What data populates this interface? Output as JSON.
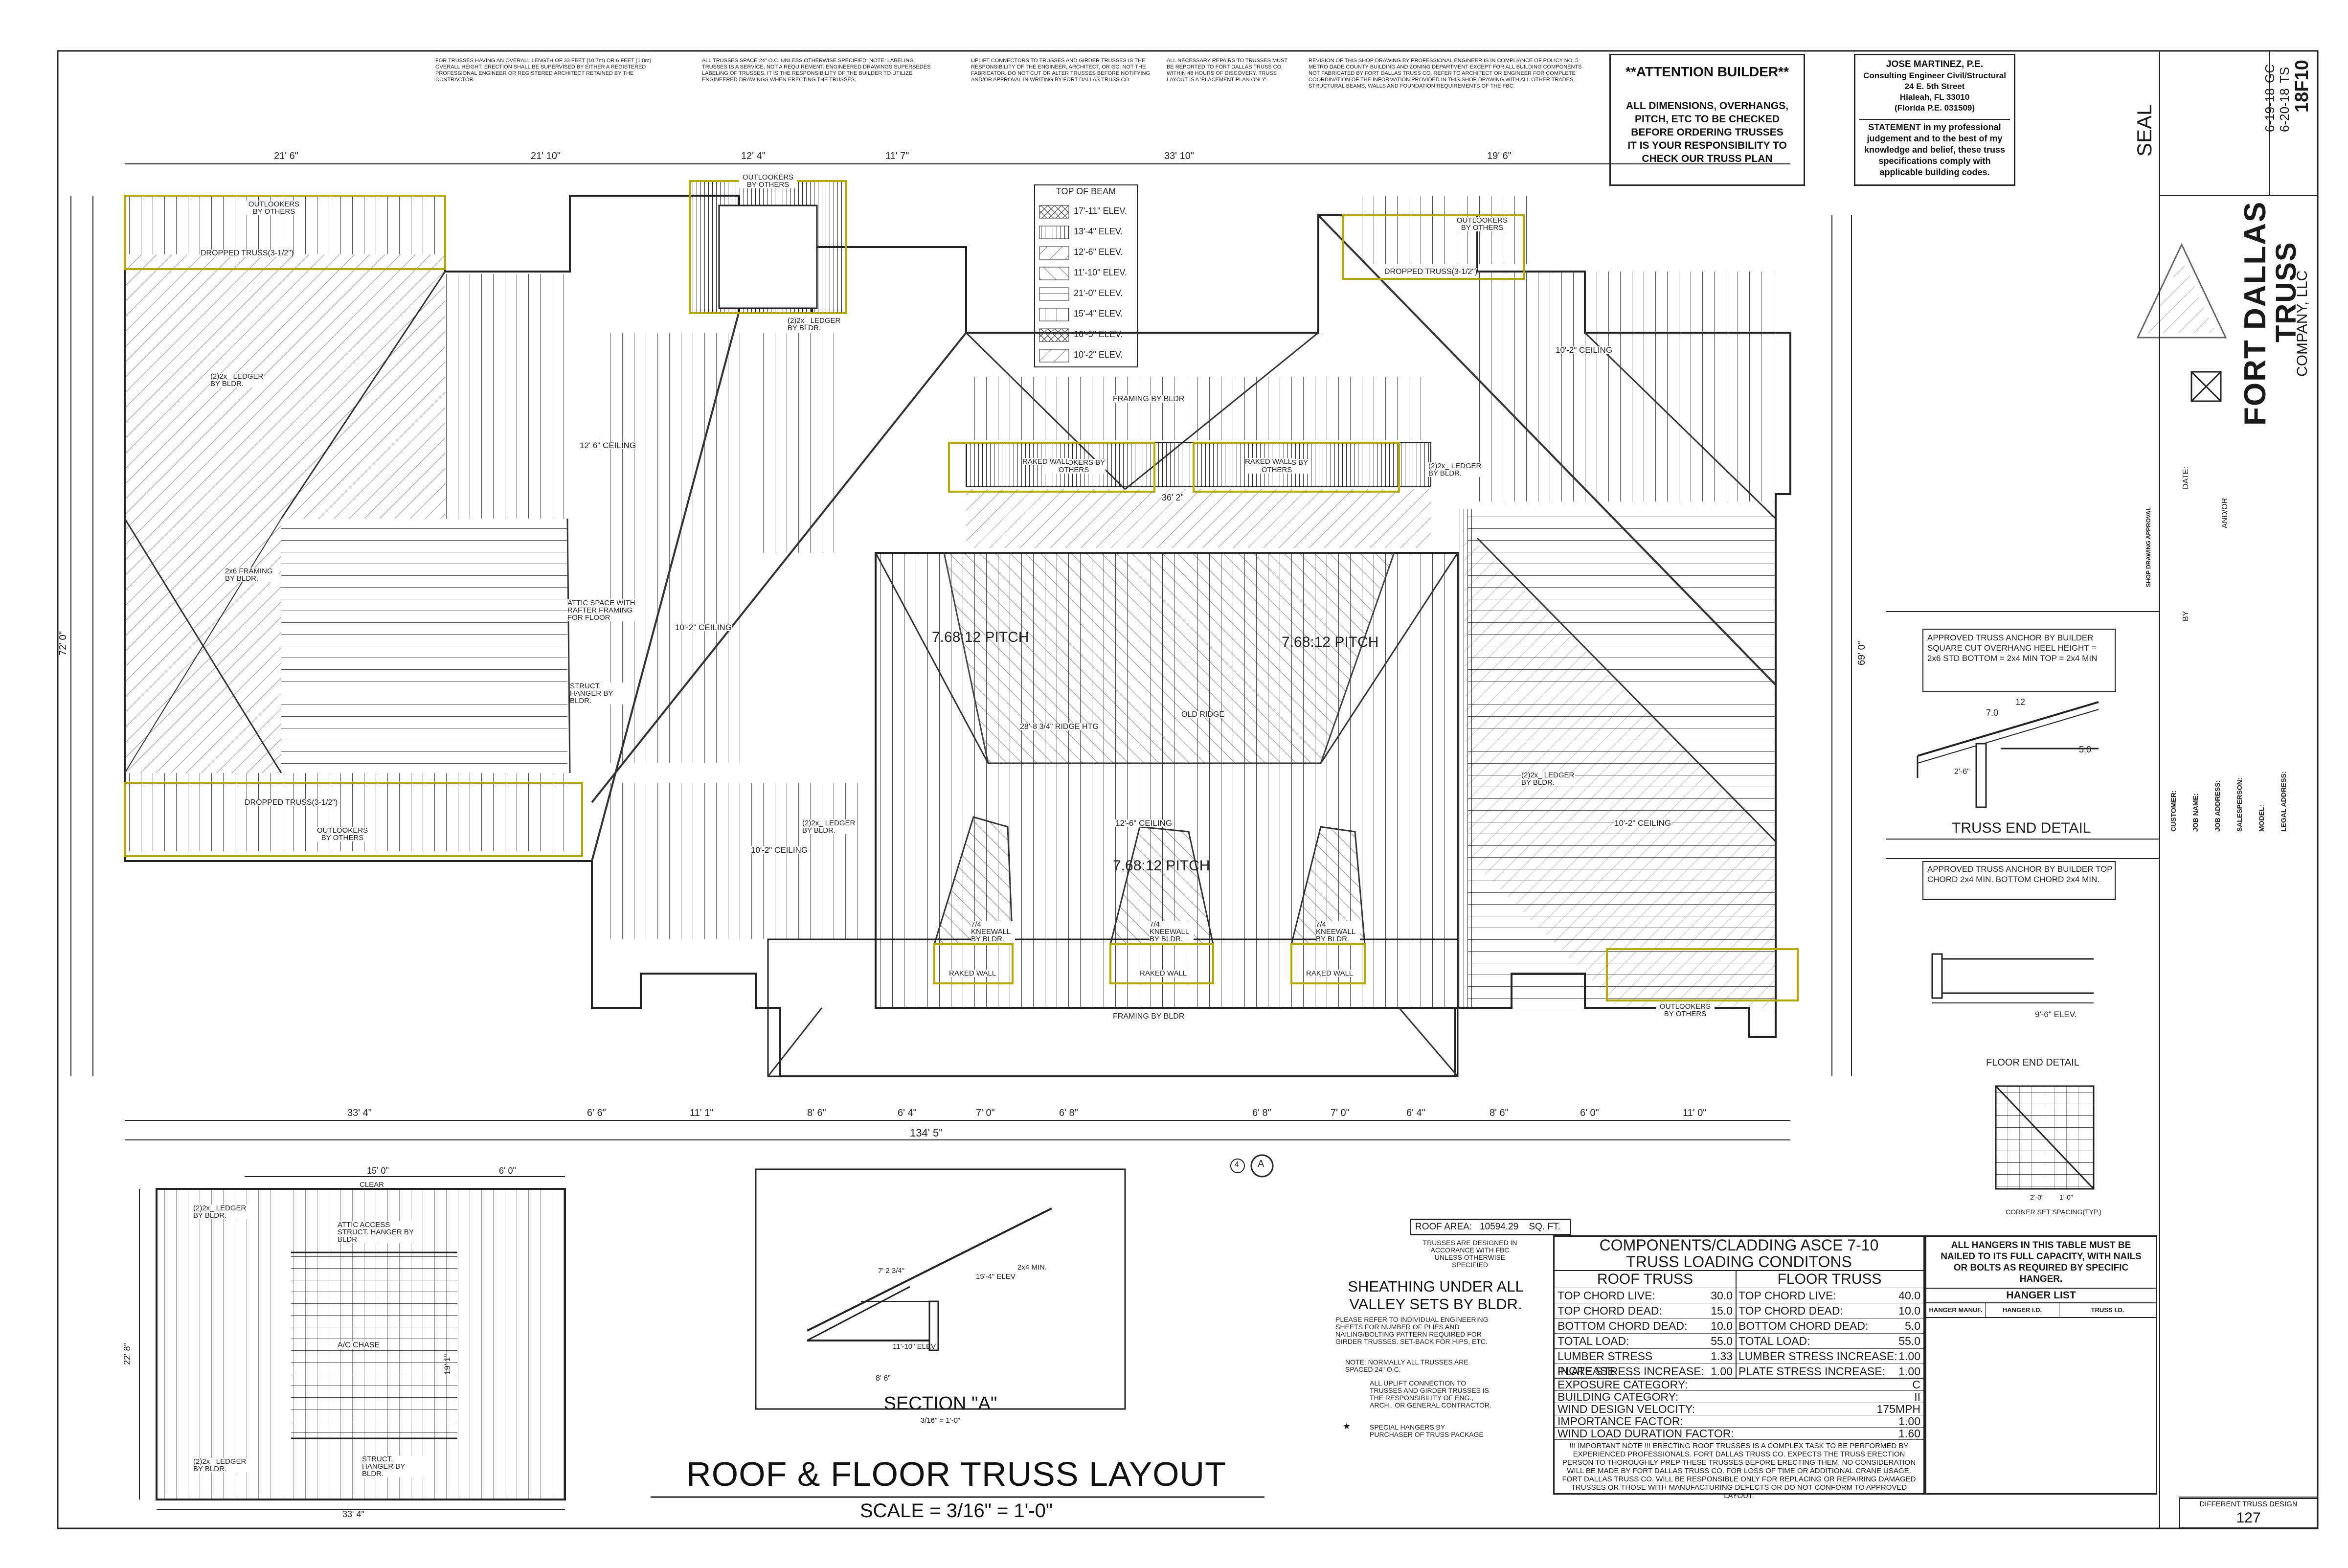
{
  "header_notes": {
    "note1": "FOR TRUSSES HAVING AN OVERALL LENGTH OF 33 FEET (10.7m) OR 6 FEET (1.8m) OVERALL HEIGHT, ERECTION SHALL BE SUPERVISED BY EITHER A REGISTERED PROFESSIONAL ENGINEER OR REGISTERED ARCHITECT RETAINED BY THE CONTRACTOR.",
    "note2": "ALL TRUSSES SPACE 24\" O.C. UNLESS OTHERWISE SPECIFIED. NOTE: LABELING TRUSSES IS A SERVICE, NOT A REQUIREMENT. ENGINEERED DRAWINGS SUPERSEDES LABELING OF TRUSSES. IT IS THE RESPONSIBILITY OF THE BUILDER TO UTILIZE ENGINEERED DRAWINGS WHEN ERECTING THE TRUSSES.",
    "note3": "UPLIFT CONNECTORS TO TRUSSES AND GIRDER TRUSSES IS THE RESPONSIBILITY OF THE ENGINEER, ARCHITECT, OR GC. NOT THE FABRICATOR. DO NOT CUT OR ALTER TRUSSES BEFORE NOTIFYING AND/OR APPROVAL IN WRITING BY FORT DALLAS TRUSS CO.",
    "note4": "ALL NECESSARY REPAIRS TO TRUSSES MUST BE REPORTED TO FORT DALLAS TRUSS CO. WITHIN 48 HOURS OF DISCOVERY. TRUSS LAYOUT IS A 'PLACEMENT PLAN ONLY'.",
    "note5": "REVISION OF THIS SHOP DRAWING BY PROFESSIONAL ENGINEER IS IN COMPLIANCE OF POLICY NO. 5 METRO DADE COUNTY BUILDING AND ZONING DEPARTMENT EXCEPT FOR ALL BUILDING COMPONENTS NOT FABRICATED BY FORT DALLAS TRUSS CO. REFER TO ARCHITECT OR ENGINEER FOR COMPLETE COORDINATION OF THE INFORMATION PROVIDED IN THIS SHOP DRAWING WITH ALL OTHER TRADES, STRUCTURAL BEAMS, WALLS AND FOUNDATION REQUIREMENTS OF THE FBC."
  },
  "attention": {
    "title": "**ATTENTION BUILDER**",
    "body": "ALL DIMENSIONS, OVERHANGS, PITCH, ETC TO BE CHECKED BEFORE ORDERING TRUSSES IT IS YOUR RESPONSIBILITY TO CHECK OUR TRUSS PLAN"
  },
  "engineer": {
    "name": "JOSE MARTINEZ, P.E.",
    "title": "Consulting Engineer Civil/Structural",
    "street": "24 E. 5th Street",
    "city": "Hialeah, FL 33010",
    "license": "(Florida P.E. 031509)",
    "statement": "STATEMENT in my professional judgement and to the best of my knowledge and belief, these truss specifications comply with applicable building codes."
  },
  "seal_label": "SEAL",
  "company": {
    "name_line1": "FORT DALLAS",
    "name_line2": "TRUSS",
    "name_line3": "COMPANY, LLC",
    "date_drawn": "6-20-18",
    "date_rev": "6-19-18",
    "initials1": "TS",
    "initials2": "GC",
    "job_number": "18F10"
  },
  "beam_legend": {
    "title": "TOP OF BEAM",
    "items": [
      "17'-11\" ELEV.",
      "13'-4\" ELEV.",
      "12'-6\" ELEV.",
      "11'-10\" ELEV.",
      "21'-0\" ELEV.",
      "15'-4\" ELEV.",
      "16'-5\" ELEV.",
      "10'-2\" ELEV."
    ]
  },
  "plan_labels": {
    "dim_top": [
      "21' 6\"",
      "21' 10\"",
      "12' 4\"",
      "11' 7\"",
      "33' 10\"",
      "19' 6\""
    ],
    "dim_bottom": [
      "33' 4\"",
      "6' 6\"",
      "11' 1\"",
      "8' 6\"",
      "6' 4\"",
      "7' 0\"",
      "6' 8\"",
      "6' 8\"",
      "7' 0\"",
      "6' 4\"",
      "8' 6\"",
      "6' 0\"",
      "11' 0\""
    ],
    "overall_width": "134' 5\"",
    "overall_depth": "72' 0\"",
    "overall_depth_right": "69' 0\"",
    "pitch_left": "7.68:12 PITCH",
    "pitch_right": "7.68:12 PITCH",
    "pitch_center": "7.68:12 PITCH",
    "dropped_truss_top_left": "DROPPED TRUSS(3-1/2\")",
    "dropped_truss_top_right": "DROPPED TRUSS(3-1/2\")",
    "dropped_truss_bottom_left": "DROPPED TRUSS(3-1/2\")",
    "outlookers_by_others": "OUTLOOKERS BY OTHERS",
    "raked_wall": "RAKED WALL",
    "framing_by_bldr": "FRAMING BY BLDR",
    "ceiling_12_6": "12'-6\" CEILING",
    "ceiling_10_2": "10'-2\" CEILING",
    "ceiling_left": "12' 6\" CEILING",
    "ledger": "(2)2x_ LEDGER BY BLDR.",
    "attic_space": "ATTIC SPACE WITH RAFTER FRAMING FOR FLOOR",
    "kneewall": "7/4 KNEEWALL BY BLDR.",
    "ridge": "28'-8 3/4\" RIDGE HTG",
    "old_ridge": "OLD RIDGE",
    "struct_hanger": "STRUCT. HANGER BY BLDR.",
    "framing_2x6": "2x6 FRAMING BY BLDR.",
    "dim_36_2": "36' 2\""
  },
  "floor_plan": {
    "width": "33' 4\"",
    "depth": "22' 8\"",
    "dim_clear": "15' 0\"",
    "dim_right": "6' 0\"",
    "clear_label": "CLEAR",
    "attic_access": "ATTIC ACCESS STRUCT. HANGER BY BLDR",
    "ac_chase": "A/C CHASE",
    "ledger_top": "(2)2x_ LEDGER BY BLDR.",
    "ledger_bottom": "(2)2x_ LEDGER BY BLDR.",
    "hanger_bottom": "STRUCT. HANGER BY BLDR.",
    "dim_19": "19' 1\""
  },
  "section": {
    "title": "SECTION \"A\"",
    "scale": "3/16\" = 1'-0\"",
    "elev_15_4": "15'-4\" ELEV",
    "elev_11_10": "11'-10\" ELEV",
    "min_2x4": "2x4 MIN.",
    "span": "8' 6\"",
    "dim_7_2": "7' 2 3/4\""
  },
  "drawing_title": "ROOF & FLOOR TRUSS LAYOUT",
  "drawing_scale": "SCALE = 3/16\" = 1'-0\"",
  "roof_area": {
    "label": "ROOF AREA:",
    "value": "10594.29",
    "unit": "SQ. FT."
  },
  "fbc_note": "TRUSSES ARE DESIGNED IN ACCORANCE WITH FBC UNLESS OTHERWISE SPECIFIED",
  "sheathing_note": "SHEATHING UNDER ALL VALLEY SETS BY BLDR.",
  "eng_sheets_note": "PLEASE REFER TO INDIVIDUAL ENGINEERING SHEETS FOR NUMBER OF PLIES AND NAILING/BOLTING PATTERN REQUIRED FOR GIRDER TRUSSES. SET-BACK FOR HIPS, ETC.",
  "spacing_note": "NOTE: NORMALLY ALL TRUSSES ARE SPACED 24\" O.C.",
  "uplift_note": "ALL UPLIFT CONNECTION TO TRUSSES AND GIRDER TRUSSES IS THE RESPONSIBILITY OF ENG., ARCH., OR GENERAL CONTRACTOR.",
  "special_hangers_note": "SPECIAL HANGERS BY PURCHASER OF TRUSS PACKAGE",
  "loading": {
    "title1": "COMPONENTS/CLADDING ASCE 7-10",
    "title2": "TRUSS LOADING CONDITONS",
    "roof_title": "ROOF TRUSS",
    "floor_title": "FLOOR TRUSS",
    "roof_rows": [
      {
        "label": "TOP CHORD LIVE:",
        "value": "30.0"
      },
      {
        "label": "TOP CHORD DEAD:",
        "value": "15.0"
      },
      {
        "label": "BOTTOM CHORD DEAD:",
        "value": "10.0"
      },
      {
        "label": "TOTAL LOAD:",
        "value": "55.0"
      },
      {
        "label": "LUMBER STRESS INCREASE:",
        "value": "1.33"
      },
      {
        "label": "PLATE STRESS INCREASE:",
        "value": "1.00"
      }
    ],
    "floor_rows": [
      {
        "label": "TOP CHORD LIVE:",
        "value": "40.0"
      },
      {
        "label": "TOP CHORD DEAD:",
        "value": "10.0"
      },
      {
        "label": "BOTTOM CHORD DEAD:",
        "value": "5.0"
      },
      {
        "label": "TOTAL LOAD:",
        "value": "55.0"
      },
      {
        "label": "LUMBER STRESS INCREASE:",
        "value": "1.00"
      },
      {
        "label": "PLATE STRESS INCREASE:",
        "value": "1.00"
      }
    ],
    "wide_rows": [
      {
        "label": "EXPOSURE CATEGORY:",
        "value": "C"
      },
      {
        "label": "BUILDING CATEGORY:",
        "value": "II"
      },
      {
        "label": "WIND DESIGN VELOCITY:",
        "value": "175MPH"
      },
      {
        "label": "IMPORTANCE FACTOR:",
        "value": "1.00"
      },
      {
        "label": "WIND LOAD DURATION FACTOR:",
        "value": "1.60"
      }
    ],
    "important_note": "!!! IMPORTANT NOTE !!! ERECTING ROOF TRUSSES IS A COMPLEX TASK TO BE PERFORMED BY EXPERIENCED PROFESSIONALS. FORT DALLAS TRUSS CO. EXPECTS THE TRUSS ERECTION PERSON TO THOROUGHLY PREP THESE TRUSSES BEFORE ERECTING THEM. NO CONSIDERATION WILL BE MADE BY FORT DALLAS TRUSS CO. FOR LOSS OF TIME OR ADDITIONAL CRANE USAGE. FORT DALLAS TRUSS CO. WILL BE RESPONSIBLE ONLY FOR REPLACING OR REPAIRING DAMAGED TRUSSES OR THOSE WITH MANUFACTURING DEFECTS OR DO NOT CONFORM TO APPROVED LAYOUT."
  },
  "hangers": {
    "note": "ALL HANGERS IN THIS TABLE MUST BE NAILED TO ITS FULL CAPACITY, WITH NAILS OR BOLTS AS REQUIRED BY SPECIFIC HANGER.",
    "title": "HANGER LIST",
    "columns": [
      "HANGER MANUF.",
      "HANGER I.D.",
      "TRUSS I.D."
    ]
  },
  "truss_end_detail": {
    "anchor_note": "APPROVED TRUSS ANCHOR BY BUILDER SQUARE CUT OVERHANG HEEL HEIGHT = 2x6 STD BOTTOM = 2x4 MIN TOP = 2x4 MIN",
    "title": "TRUSS END DETAIL",
    "overhang": "2'-6\"",
    "pitch_rise": "7.0",
    "pitch_run": "12",
    "bottom_rise": "5.0"
  },
  "floor_end_detail": {
    "anchor_note": "APPROVED TRUSS ANCHOR BY BUILDER TOP CHORD 2x4 MIN. BOTTOM CHORD 2x4 MIN.",
    "elev": "9'-6\" ELEV.",
    "title": "FLOOR END DETAIL"
  },
  "corner_detail": {
    "label": "CORNER SET SPACING(TYP.)",
    "dim1": "2'-0\"",
    "dim2": "1'-0\""
  },
  "job_info": {
    "customer": "CUSTOMER:",
    "job_name": "JOB NAME:",
    "job_address": "JOB ADDRESS:",
    "salesperson": "SALESPERSON:",
    "model": "MODEL:",
    "legal_address": "LEGAL ADDRESS:"
  },
  "approval": {
    "title": "SHOP DRAWING APPROVAL",
    "date_label": "DATE:",
    "by_label": "BY",
    "and_or": "AND/OR"
  },
  "footer": {
    "label": "DIFFERENT TRUSS DESIGN",
    "value": "127"
  },
  "callout_A": "A",
  "callout_num": "4"
}
